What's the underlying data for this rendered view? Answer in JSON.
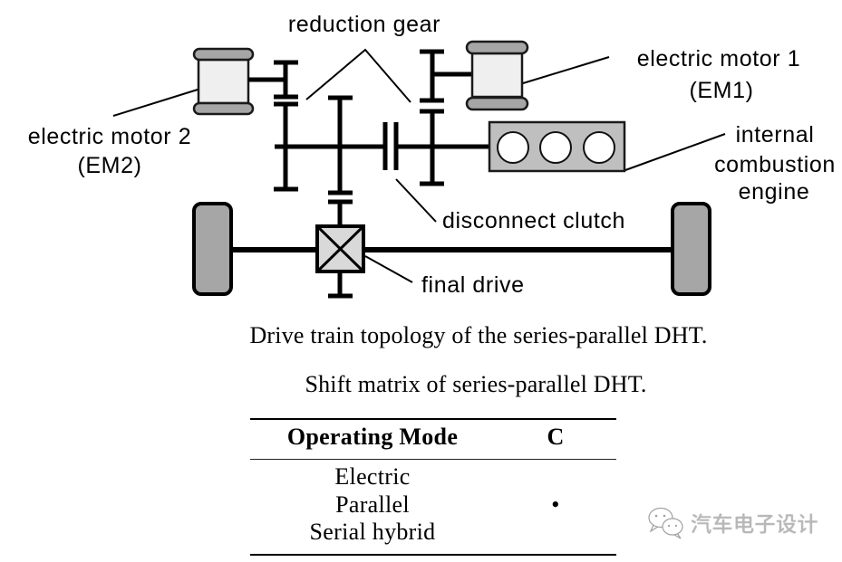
{
  "figure": {
    "labels": {
      "reduction_gear": "reduction gear",
      "electric_motor_1": {
        "line1": "electric motor 1",
        "line2": "(EM1)"
      },
      "electric_motor_2": {
        "line1": "electric motor 2",
        "line2": "(EM2)"
      },
      "internal_combustion_engine": {
        "line1": "internal",
        "line2": "combustion",
        "line3": "engine"
      },
      "disconnect_clutch": "disconnect clutch",
      "final_drive": "final drive"
    },
    "caption": "Drive train topology of the series-parallel DHT.",
    "colors": {
      "ink": "#000000",
      "motor_body": "#efefef",
      "motor_cap": "#a6a6a6",
      "wheel": "#a6a6a6",
      "engine_block": "#bfbfbf",
      "engine_cylinder": "#ffffff",
      "final_drive": "#d9d9d9"
    }
  },
  "table": {
    "caption": "Shift matrix of series-parallel DHT.",
    "headers": [
      "Operating Mode",
      "C"
    ],
    "rows": [
      {
        "mode": "Electric",
        "C": ""
      },
      {
        "mode": "Parallel",
        "C": "•"
      },
      {
        "mode": "Serial hybrid",
        "C": ""
      }
    ]
  },
  "watermark": {
    "icon": "wechat-icon",
    "text": "汽车电子设计",
    "color": "#b8b8b8"
  }
}
